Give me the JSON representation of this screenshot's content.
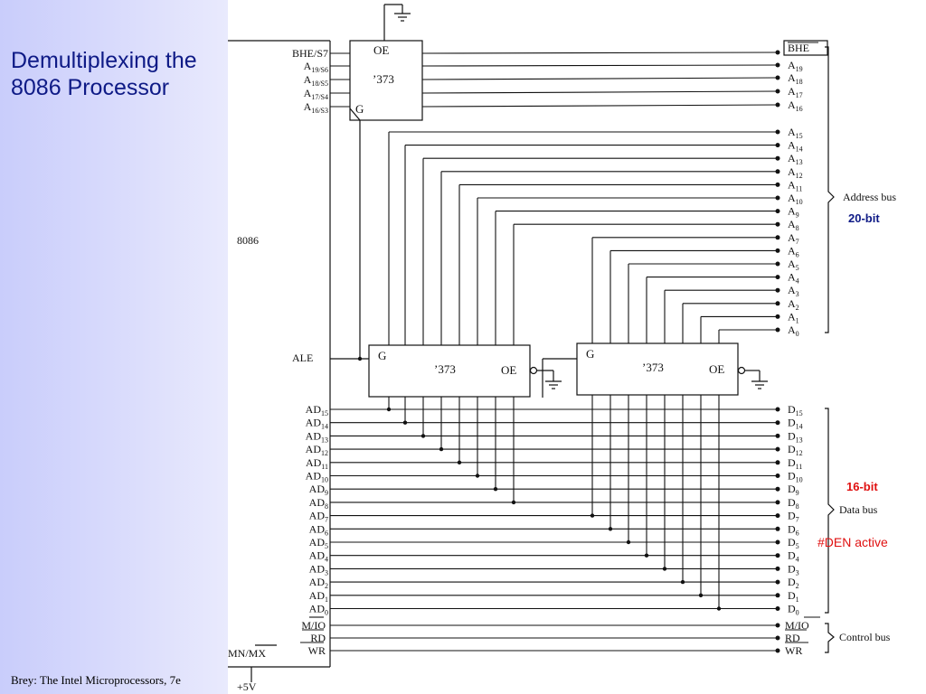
{
  "slide": {
    "title": "Demultiplexing the 8086 Processor",
    "footer": "Brey: The Intel Microprocessors, 7e"
  },
  "colors": {
    "title": "#0e1a86",
    "bit20": "#0e1a86",
    "bit16": "#e01010",
    "den": "#e01010"
  },
  "diagram": {
    "cpu_label": "8086",
    "ale_label": "ALE",
    "latch_label": "’373",
    "oe_label": "OE",
    "g_label": "G",
    "power_label": "+5V",
    "mnmx_label": "MN/MX",
    "high_pins": [
      {
        "main": "BHE/S7",
        "sub": ""
      },
      {
        "main": "A",
        "sub": "19/S6"
      },
      {
        "main": "A",
        "sub": "18/S5"
      },
      {
        "main": "A",
        "sub": "17/S4"
      },
      {
        "main": "A",
        "sub": "16/S3"
      }
    ],
    "high_outputs": [
      {
        "main": "BHE",
        "sub": ""
      },
      {
        "main": "A",
        "sub": "19"
      },
      {
        "main": "A",
        "sub": "18"
      },
      {
        "main": "A",
        "sub": "17"
      },
      {
        "main": "A",
        "sub": "16"
      }
    ],
    "addr_outputs": [
      {
        "main": "A",
        "sub": "15"
      },
      {
        "main": "A",
        "sub": "14"
      },
      {
        "main": "A",
        "sub": "13"
      },
      {
        "main": "A",
        "sub": "12"
      },
      {
        "main": "A",
        "sub": "11"
      },
      {
        "main": "A",
        "sub": "10"
      },
      {
        "main": "A",
        "sub": "9"
      },
      {
        "main": "A",
        "sub": "8"
      },
      {
        "main": "A",
        "sub": "7"
      },
      {
        "main": "A",
        "sub": "6"
      },
      {
        "main": "A",
        "sub": "5"
      },
      {
        "main": "A",
        "sub": "4"
      },
      {
        "main": "A",
        "sub": "3"
      },
      {
        "main": "A",
        "sub": "2"
      },
      {
        "main": "A",
        "sub": "1"
      },
      {
        "main": "A",
        "sub": "0"
      }
    ],
    "ad_pins": [
      {
        "main": "AD",
        "sub": "15"
      },
      {
        "main": "AD",
        "sub": "14"
      },
      {
        "main": "AD",
        "sub": "13"
      },
      {
        "main": "AD",
        "sub": "12"
      },
      {
        "main": "AD",
        "sub": "11"
      },
      {
        "main": "AD",
        "sub": "10"
      },
      {
        "main": "AD",
        "sub": "9"
      },
      {
        "main": "AD",
        "sub": "8"
      },
      {
        "main": "AD",
        "sub": "7"
      },
      {
        "main": "AD",
        "sub": "6"
      },
      {
        "main": "AD",
        "sub": "5"
      },
      {
        "main": "AD",
        "sub": "4"
      },
      {
        "main": "AD",
        "sub": "3"
      },
      {
        "main": "AD",
        "sub": "2"
      },
      {
        "main": "AD",
        "sub": "1"
      },
      {
        "main": "AD",
        "sub": "0"
      }
    ],
    "data_outputs": [
      {
        "main": "D",
        "sub": "15"
      },
      {
        "main": "D",
        "sub": "14"
      },
      {
        "main": "D",
        "sub": "13"
      },
      {
        "main": "D",
        "sub": "12"
      },
      {
        "main": "D",
        "sub": "11"
      },
      {
        "main": "D",
        "sub": "10"
      },
      {
        "main": "D",
        "sub": "9"
      },
      {
        "main": "D",
        "sub": "8"
      },
      {
        "main": "D",
        "sub": "7"
      },
      {
        "main": "D",
        "sub": "6"
      },
      {
        "main": "D",
        "sub": "5"
      },
      {
        "main": "D",
        "sub": "4"
      },
      {
        "main": "D",
        "sub": "3"
      },
      {
        "main": "D",
        "sub": "2"
      },
      {
        "main": "D",
        "sub": "1"
      },
      {
        "main": "D",
        "sub": "0"
      }
    ],
    "control_pins": [
      "M/IO",
      "RD",
      "WR"
    ],
    "control_outputs": [
      "M/IO",
      "RD",
      "WR"
    ],
    "address_bus_label": "Address bus",
    "data_bus_label": "Data bus",
    "control_bus_label": "Control bus",
    "annotations": {
      "bit20": "20-bit",
      "bit16": "16-bit",
      "den": "#DEN active"
    }
  }
}
